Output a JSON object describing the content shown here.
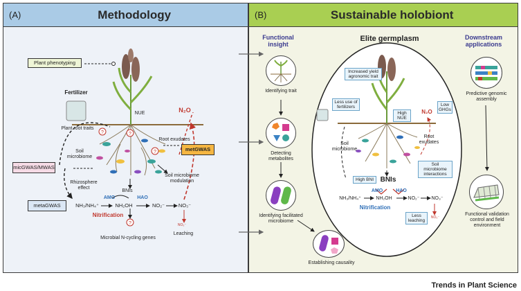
{
  "panel_a": {
    "tag": "(A)",
    "title": "Methodology",
    "plant_phenotyping": "Plant phenotyping",
    "fertilizer": "Fertilizer",
    "nue": "NUE",
    "n2o": "N₂O",
    "plant_root_traits": "Plant root traits",
    "root_exudates": "Root exudates",
    "soil_microbiome": "Soil microbiome",
    "metgwas": "metGWAS",
    "micgwas": "micGWAS/MWAS",
    "rhizosphere_effect": "Rhizosphere effect",
    "bnis": "BNIs",
    "soil_microbiome_modulation": "Soil microbiome modulation",
    "metagwas": "metaGWAS",
    "nh3": "NH₃/NH₄⁺",
    "amo": "AMO",
    "nh2oh": "NH₂OH",
    "hao": "HAO",
    "no2": "NO₂⁻",
    "no3": "NO₃⁻",
    "nitrification": "Nitrification",
    "no3_small": "NO₃⁻",
    "leaching": "Leaching",
    "microbial_genes": "Microbial N-cycling genes",
    "q": "?"
  },
  "panel_b": {
    "tag": "(B)",
    "title": "Sustainable holobiont",
    "functional_insight": "Functional insight",
    "identifying_trait": "Identifying trait",
    "detecting_metabolites": "Detecting metabolites",
    "identifying_microbiome": "Identifying facilitated microbiome",
    "establishing_causality": "Establishing causality",
    "elite_germplasm": "Elite germplasm",
    "increased_yield": "Increased yield agronomic trait",
    "less_fertilizers": "Less use of fertilizers",
    "high_nue": "High NUE",
    "n2o": "N₂O",
    "low_ghgs": "Low GHGs",
    "soil_microbiome": "Soil microbiome",
    "root_exudates": "Root exudates",
    "soil_microbiome_interactions": "Soil microbiome interactions",
    "high_bni": "High BNI",
    "bnis": "BNIs",
    "amo": "AMO",
    "hao": "HAO",
    "nh3": "NH₃/NH₄⁺",
    "nh2oh": "NH₂OH",
    "no2": "NO₂⁻",
    "no3": "NO₃⁻",
    "nitrification": "Nitrification",
    "less_leaching": "Less leaching",
    "no3_small": "NO₃⁻",
    "downstream": "Downstream applications",
    "predictive": "Predictive genomic assembly",
    "functional_validation": "Functional validation control and field environment"
  },
  "footer": "Trends in Plant Science",
  "colors": {
    "panel_a_bg": "#eef2f8",
    "panel_a_header": "#aacbe6",
    "panel_b_bg": "#f3f4e5",
    "panel_b_header": "#a9cf52",
    "soil_line": "#8a6a3a",
    "red": "#c0362c",
    "blue": "#2f6fb7"
  }
}
